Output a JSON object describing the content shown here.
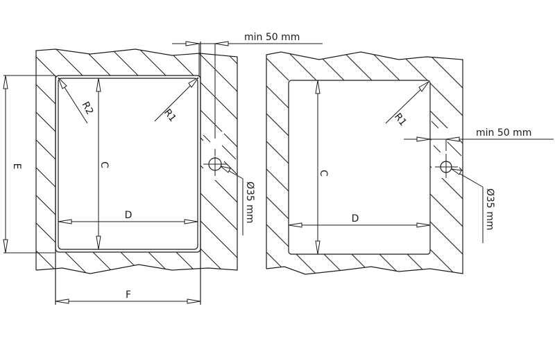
{
  "left_view": {
    "labels": {
      "E": "E",
      "C": "C",
      "D": "D",
      "F": "F",
      "R1": "R1",
      "R2": "R2",
      "min_distance": "min  50  mm",
      "hole_diameter": "Ø35  mm"
    }
  },
  "right_view": {
    "labels": {
      "C": "C",
      "D": "D",
      "R1": "R1",
      "min_distance": "min  50  mm",
      "hole_diameter": "Ø35  mm"
    }
  },
  "colors": {
    "line": "#1a1a1a",
    "background": "#ffffff"
  }
}
